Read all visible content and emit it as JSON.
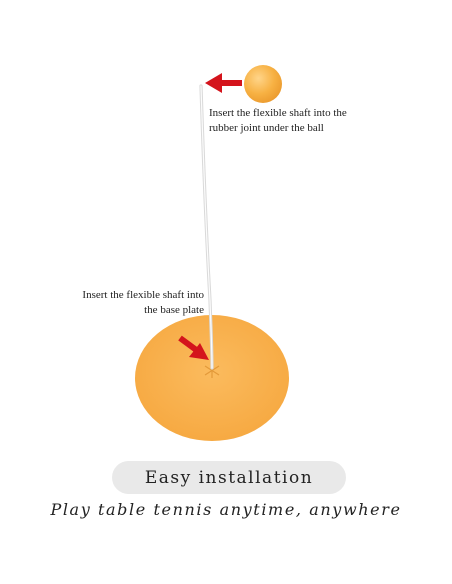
{
  "annotations": {
    "ball_instruction": "Insert the flexible shaft into the\nrubber joint under the ball",
    "base_instruction": "Insert the flexible shaft into\nthe base plate"
  },
  "banner": {
    "label": "Easy installation"
  },
  "tagline": "Play table tennis anytime, anywhere",
  "colors": {
    "ball": "#f7b143",
    "base_plate": "#f9b04e",
    "arrow": "#d4141c",
    "shaft": "#e8e8e8",
    "pill_background": "#e9e9e9"
  },
  "icons": {
    "top_arrow": "left-arrow-icon",
    "base_arrow": "down-right-arrow-icon"
  }
}
